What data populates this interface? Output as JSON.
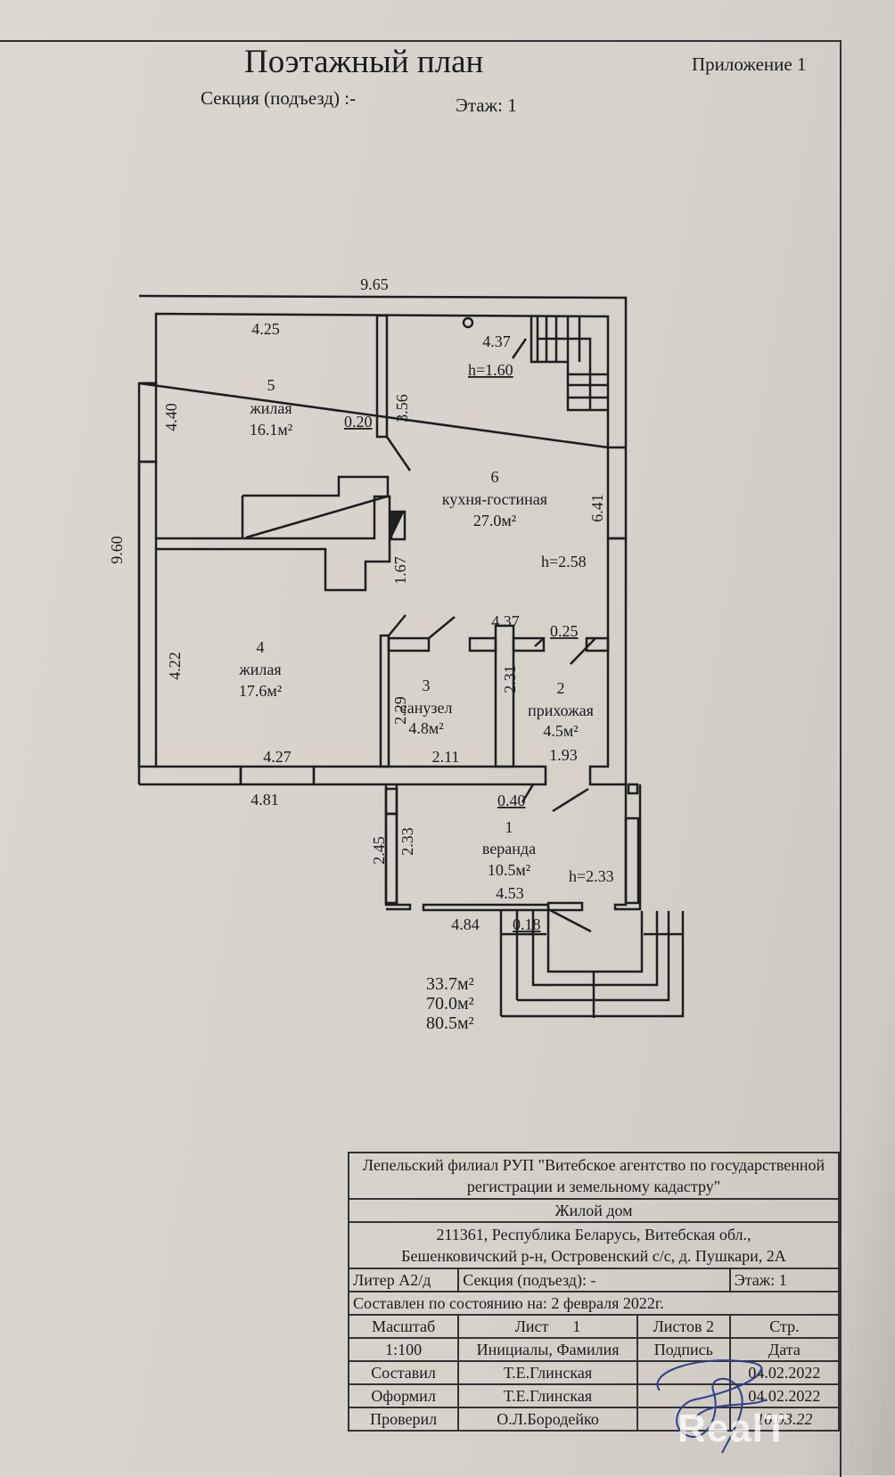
{
  "header": {
    "title": "Поэтажный план",
    "appendix": "Приложение 1",
    "section": "Секция (подъезд) :-",
    "floor": "Этаж: 1"
  },
  "plan": {
    "rooms": [
      {
        "number": "1",
        "name": "веранда",
        "area": "10.5м²"
      },
      {
        "number": "2",
        "name": "прихожая",
        "area": "4.5м²"
      },
      {
        "number": "3",
        "name": "санузел",
        "area": "4.8м²"
      },
      {
        "number": "4",
        "name": "жилая",
        "area": "17.6м²"
      },
      {
        "number": "5",
        "name": "жилая",
        "area": "16.1м²"
      },
      {
        "number": "6",
        "name": "кухня-гостиная",
        "area": "27.0м²"
      }
    ],
    "dimensions": {
      "overall_width": "9.65",
      "overall_depth": "9.60",
      "room5_width": "4.25",
      "room5_depth": "4.40",
      "partition_thickness_top": "0.20",
      "partition_length_top": "3.56",
      "stair_width": "4.37",
      "stair_height": "h=1.60",
      "room6_depth": "6.41",
      "ceiling_main": "h=2.58",
      "opening_167": "1.67",
      "room4_depth": "4.22",
      "room4_width": "4.27",
      "outer_bottom_left": "4.81",
      "corridor_width": "4.37",
      "partition_025": "0.25",
      "room3_depth": "2.29",
      "room2_depth": "2.31",
      "room3_width": "2.11",
      "room2_width": "1.93",
      "wall_040": "0.40",
      "veranda_outer_depth": "2.45",
      "veranda_inner_depth": "2.33",
      "veranda_width": "4.53",
      "veranda_outer_width": "4.84",
      "veranda_wall": "0.18",
      "veranda_height": "h=2.33"
    },
    "totals": [
      "33.7м²",
      "70.0м²",
      "80.5м²"
    ]
  },
  "title_block": {
    "organization": "Лепельский филиал РУП \"Витебское агентство по государственной регистрации и земельному кадастру\"",
    "object": "Жилой дом",
    "address_line1": "211361, Республика Беларусь, Витебская обл.,",
    "address_line2": "Бешенковичский р-н, Островенский с/с, д. Пушкари, 2А",
    "liter": "Литер А2/д",
    "section": "Секция (подъезд): -",
    "floor": "Этаж: 1",
    "compiled_as_of": "Составлен по состоянию на: 2 февраля 2022г.",
    "scale_label": "Масштаб",
    "scale_value": "1:100",
    "sheet_label": "Лист",
    "sheet_value": "1",
    "sheets_label": "Листов 2",
    "page_label": "Стр.",
    "initials_label": "Инициалы, Фамилия",
    "signature_label": "Подпись",
    "date_label": "Дата",
    "rows": [
      {
        "role": "Составил",
        "name": "Т.Е.Глинская",
        "date": "04.02.2022"
      },
      {
        "role": "Оформил",
        "name": "Т.Е.Глинская",
        "date": "04.02.2022"
      },
      {
        "role": "Проверил",
        "name": "О.Л.Бородейко",
        "date": "10.03.22"
      }
    ]
  },
  "watermark": "RealT"
}
